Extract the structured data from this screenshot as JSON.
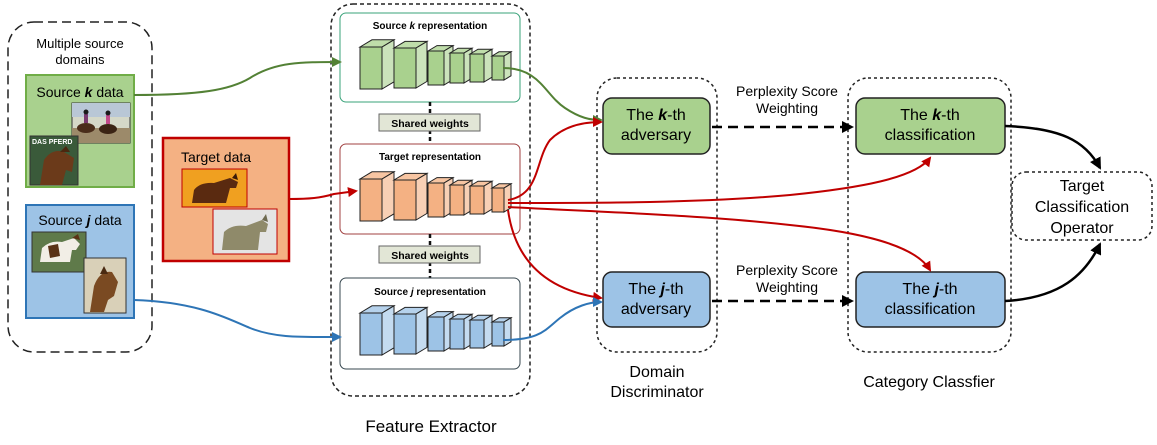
{
  "colors": {
    "green_fill": "#a9d18e",
    "green_stroke": "#70ad47",
    "green_line": "#538135",
    "blue_fill": "#9dc3e6",
    "blue_stroke": "#2e75b6",
    "blue_line": "#2e75b6",
    "orange_fill": "#f4b183",
    "red_stroke": "#c00000",
    "red_line": "#c00000",
    "shared_fill": "#e2e6d6"
  },
  "sources_panel": {
    "title_line1": "Multiple source",
    "title_line2": "domains",
    "source_k": {
      "prefix": "Source ",
      "var": "k",
      "suffix": " data"
    },
    "source_j": {
      "prefix": "Source ",
      "var": "j",
      "suffix": " data"
    },
    "book_cover_text": "DAS PFERD"
  },
  "target": {
    "label": "Target data"
  },
  "feature_extractor": {
    "caption": "Feature Extractor",
    "source_k_rep": {
      "prefix": "Source ",
      "var": "k",
      "suffix": " representation"
    },
    "target_rep": "Target representation",
    "source_j_rep": {
      "prefix": "Source ",
      "var": "j",
      "suffix": " representation"
    },
    "shared_weights_1": "Shared weights",
    "shared_weights_2": "Shared weights"
  },
  "domain_discriminator": {
    "caption_line1": "Domain",
    "caption_line2": "Discriminator",
    "k_adversary": {
      "prefix": "The ",
      "var": "k",
      "suffix": "-th",
      "line2": "adversary"
    },
    "j_adversary": {
      "prefix": "The ",
      "var": "j",
      "suffix": "-th",
      "line2": "adversary"
    }
  },
  "weighting": {
    "top_line1": "Perplexity Score",
    "top_line2": "Weighting",
    "bottom_line1": "Perplexity Score",
    "bottom_line2": "Weighting"
  },
  "category_classifier": {
    "caption": "Category Classfier",
    "k_class": {
      "prefix": "The ",
      "var": "k",
      "suffix": "-th",
      "line2": "classification"
    },
    "j_class": {
      "prefix": "The ",
      "var": "j",
      "suffix": "-th",
      "line2": "classification"
    }
  },
  "target_operator": {
    "line1": "Target",
    "line2": "Classification",
    "line3": "Operator"
  }
}
